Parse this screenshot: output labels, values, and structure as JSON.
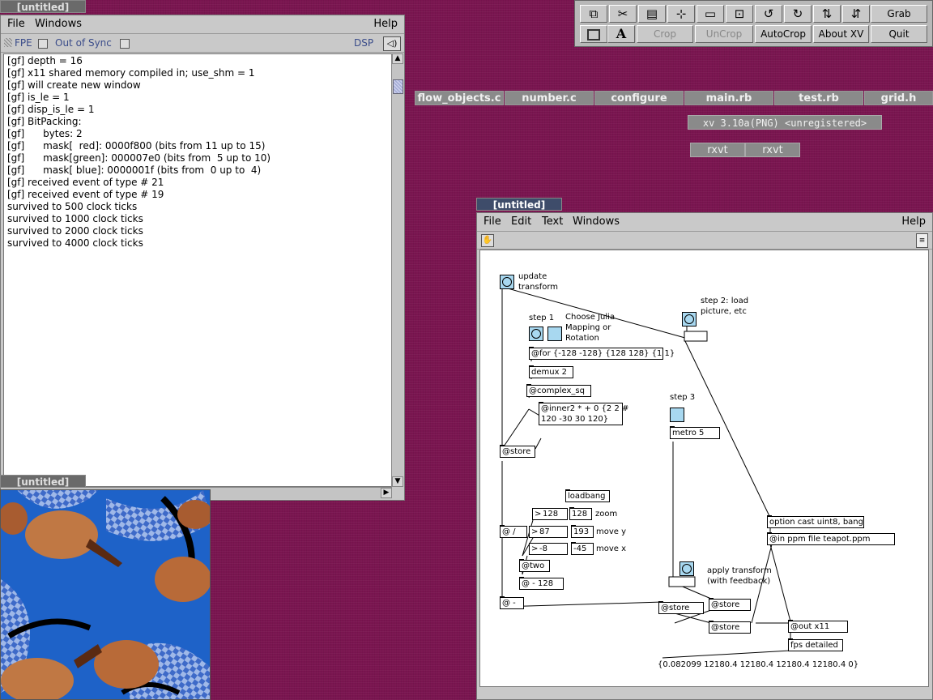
{
  "console_window": {
    "title": "[untitled]",
    "menu": [
      "File",
      "Windows",
      "Help"
    ],
    "fpe_label": "FPE",
    "sync_label": "Out of Sync",
    "dsp_label": "DSP",
    "log_lines": [
      "[gf] depth = 16",
      "[gf] x11 shared memory compiled in; use_shm = 1",
      "[gf] will create new window",
      "[gf] is_le = 1",
      "[gf] disp_is_le = 1",
      "[gf] BitPacking:",
      "[gf]      bytes: 2",
      "[gf]      mask[  red]: 0000f800 (bits from 11 up to 15)",
      "[gf]      mask[green]: 000007e0 (bits from  5 up to 10)",
      "[gf]      mask[ blue]: 0000001f (bits from  0 up to  4)",
      "[gf] received event of type # 21",
      "[gf] received event of type # 19",
      "survived to 500 clock ticks",
      "survived to 1000 clock ticks",
      "survived to 2000 clock ticks",
      "survived to 4000 clock ticks"
    ]
  },
  "video_window": {
    "title": "[untitled]",
    "colors": {
      "bg": "#1e62c8",
      "teapot": "#c07844",
      "checker": "#5a8ad8"
    }
  },
  "xv": {
    "row1": [
      {
        "icon": "next-icon"
      },
      {
        "icon": "cut-icon"
      },
      {
        "icon": "paste-icon"
      },
      {
        "icon": "clear-icon"
      },
      {
        "icon": "pad-icon"
      },
      {
        "icon": "annotate-icon"
      },
      {
        "icon": "rotate-left-icon"
      },
      {
        "icon": "rotate-right-icon"
      },
      {
        "icon": "flip-h-icon"
      },
      {
        "icon": "flip-v-icon"
      }
    ],
    "grab": "Grab",
    "row2": [
      {
        "icon": "fit-icon"
      },
      {
        "icon": "text-icon",
        "glyph": "A"
      }
    ],
    "crop": "Crop",
    "uncrop": "UnCrop",
    "autocrop": "AutoCrop",
    "about": "About XV",
    "quit": "Quit"
  },
  "taskbar": {
    "tabs": [
      "flow_objects.c",
      "number.c",
      "configure",
      "main.rb",
      "test.rb",
      "grid.h"
    ],
    "xv_title": "xv 3.10a(PNG) <unregistered>",
    "rxvt": [
      "rxvt",
      "rxvt"
    ]
  },
  "patch_window": {
    "title": "[untitled]",
    "menu": [
      "File",
      "Edit",
      "Text",
      "Windows",
      "Help"
    ],
    "comments": {
      "update": "update\ntransform",
      "step2": "step 2: load\npicture, etc",
      "step1": "step 1",
      "julia": "Choose Julia\nMapping or\nRotation",
      "step3": "step 3",
      "zoom": "zoom",
      "movey": "move y",
      "movex": "move x",
      "apply": "apply transform\n(with feedback)"
    },
    "objects": {
      "for": "@for {-128 -128} {128 128} {1 1}",
      "demux": "demux 2",
      "complex": "@complex_sq",
      "inner": "@inner2 * + 0 {2 2 #\n120 -30 30 120}",
      "store1": "@store",
      "metro": "metro 5",
      "loadbang": "loadbang",
      "div": "@ /",
      "two": "@two",
      "minus128": "@ - 128",
      "minus": "@ -",
      "store2": "@store",
      "store3": "@store",
      "store4": "@store",
      "option": "option cast uint8, bang",
      "inppm": "@in ppm file teapot.ppm",
      "outx11": "@out x11",
      "fps": "fps detailed"
    },
    "numbers": {
      "n128a": "128",
      "n128b": "128",
      "n87": "87",
      "n193": "193",
      "n8": "-8",
      "n45": "-45"
    },
    "fps_output": "{0.082099 12180.4 12180.4 12180.4 12180.4 0}"
  }
}
